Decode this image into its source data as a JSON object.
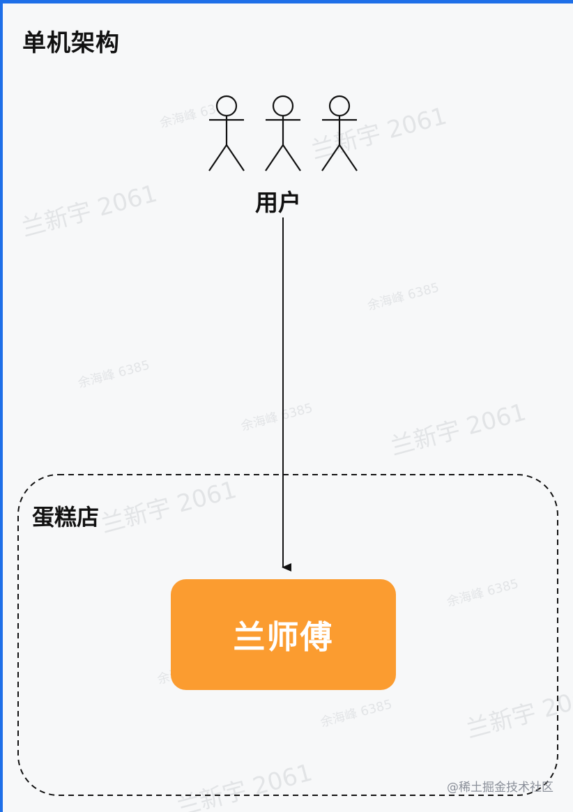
{
  "diagram": {
    "title": "单机架构",
    "users_label": "用户",
    "store_label": "蛋糕店",
    "chef_label": "兰师傅"
  },
  "watermarks": {
    "name_mark": "兰新宇 2061",
    "id_mark": "余海峰 6385"
  },
  "footer": {
    "credit": "@稀土掘金技术社区"
  },
  "colors": {
    "accent_border": "#1e6fe8",
    "chef_box": "#fb9c30",
    "chef_text": "#ffffff",
    "stroke": "#111111"
  }
}
